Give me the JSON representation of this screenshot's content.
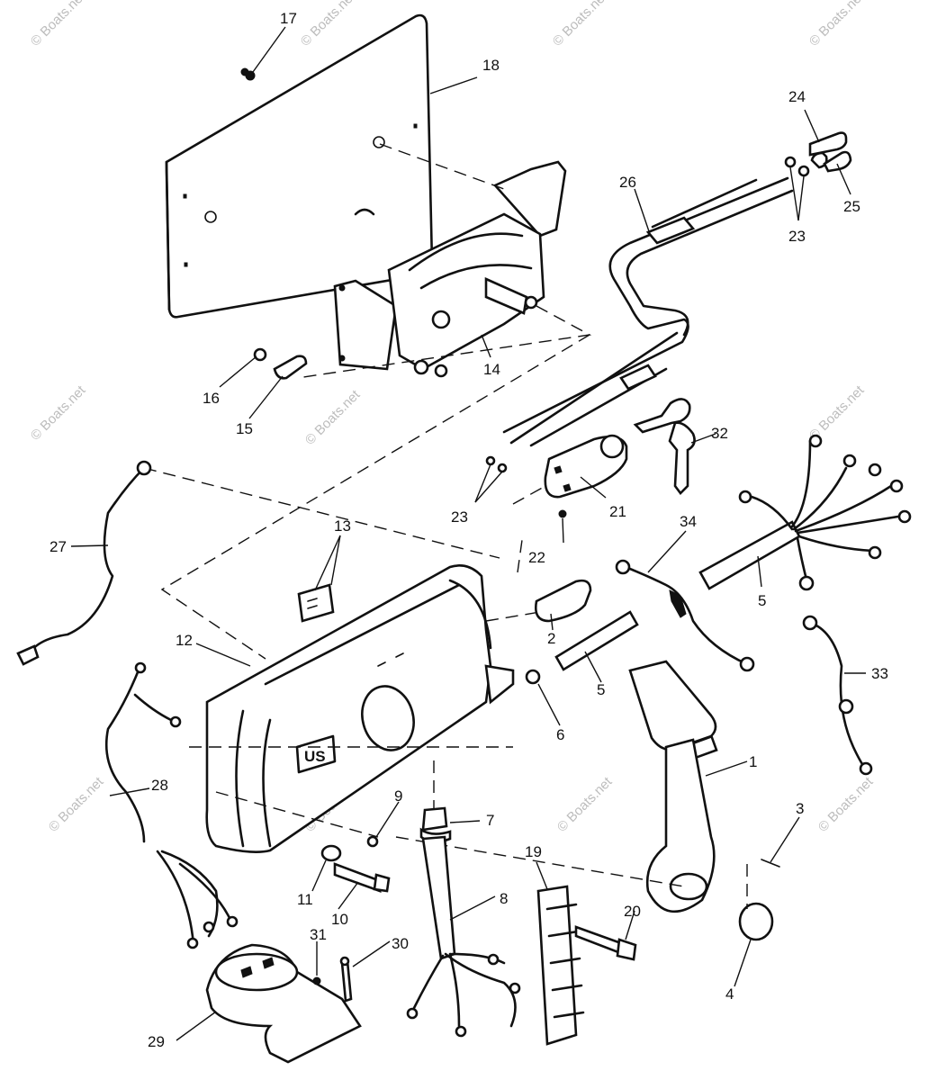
{
  "watermark": "© Boats.net",
  "callouts": [
    {
      "id": "17",
      "text": "17"
    },
    {
      "id": "18",
      "text": "18"
    },
    {
      "id": "24",
      "text": "24"
    },
    {
      "id": "26",
      "text": "26"
    },
    {
      "id": "25",
      "text": "25"
    },
    {
      "id": "23a",
      "text": "23"
    },
    {
      "id": "14",
      "text": "14"
    },
    {
      "id": "16",
      "text": "16"
    },
    {
      "id": "15",
      "text": "15"
    },
    {
      "id": "32",
      "text": "32"
    },
    {
      "id": "21",
      "text": "21"
    },
    {
      "id": "23b",
      "text": "23"
    },
    {
      "id": "27",
      "text": "27"
    },
    {
      "id": "13",
      "text": "13"
    },
    {
      "id": "22",
      "text": "22"
    },
    {
      "id": "34",
      "text": "34"
    },
    {
      "id": "5a",
      "text": "5"
    },
    {
      "id": "12",
      "text": "12"
    },
    {
      "id": "2",
      "text": "2"
    },
    {
      "id": "5b",
      "text": "5"
    },
    {
      "id": "33",
      "text": "33"
    },
    {
      "id": "6",
      "text": "6"
    },
    {
      "id": "1",
      "text": "1"
    },
    {
      "id": "28",
      "text": "28"
    },
    {
      "id": "9",
      "text": "9"
    },
    {
      "id": "7",
      "text": "7"
    },
    {
      "id": "3",
      "text": "3"
    },
    {
      "id": "19",
      "text": "19"
    },
    {
      "id": "20",
      "text": "20"
    },
    {
      "id": "11",
      "text": "11"
    },
    {
      "id": "10",
      "text": "10"
    },
    {
      "id": "8",
      "text": "8"
    },
    {
      "id": "31",
      "text": "31"
    },
    {
      "id": "30",
      "text": "30"
    },
    {
      "id": "4",
      "text": "4"
    },
    {
      "id": "29",
      "text": "29"
    }
  ],
  "box_emblem": "US"
}
